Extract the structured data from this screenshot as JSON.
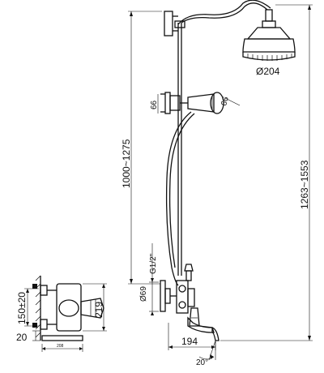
{
  "dimensions": {
    "head_diameter": "Ø204",
    "total_height": "1263~1553",
    "rail_height": "1000~1275",
    "holder_size": "66",
    "hand_shower_size": "66",
    "thread": "G1/2\"",
    "escutcheon_diameter": "Ø69",
    "spout_length": "194",
    "spout_angle": "20°",
    "centers": "150±20",
    "side_height": "219",
    "offset": "20",
    "base_width": "208"
  }
}
